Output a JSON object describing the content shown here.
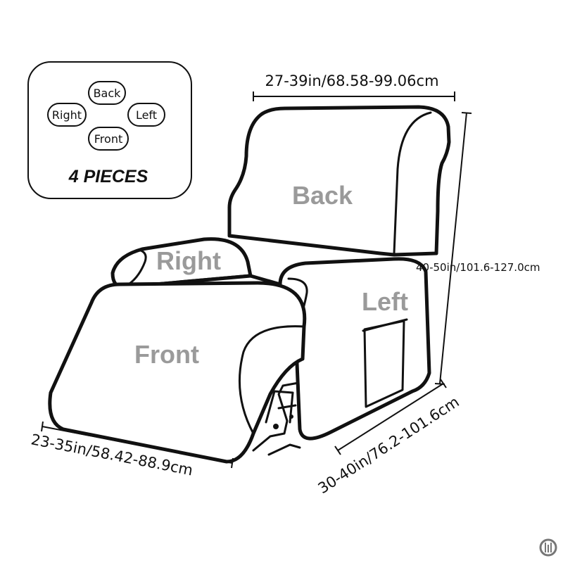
{
  "legend": {
    "pills": {
      "back": "Back",
      "right": "Right",
      "left": "Left",
      "front": "Front"
    },
    "pieces_label": "4 PIECES"
  },
  "parts": {
    "back": "Back",
    "right": "Right",
    "left": "Left",
    "front": "Front"
  },
  "dimensions": {
    "top_width": "27-39in/68.58-99.06cm",
    "height": "40-50in/101.6-127.0cm",
    "footrest_width": "23-35in/58.42-88.9cm",
    "depth": "30-40in/76.2-101.6cm"
  },
  "colors": {
    "outline": "#111111",
    "part_label": "#9a9a9a",
    "background": "#ffffff"
  },
  "watermark_icon": "circular-logo-icon"
}
